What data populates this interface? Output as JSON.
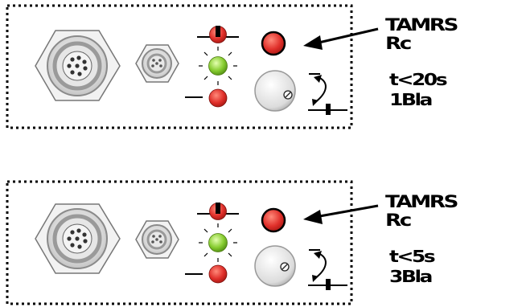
{
  "panels": [
    {
      "id": "upper",
      "side_label_line1": "TAMRS",
      "side_label_line2": "Rc",
      "timing_line1": "t<20s",
      "timing_line2": "1Bla",
      "leds": [
        {
          "color": "#e0302b",
          "state": "off"
        },
        {
          "color": "#86cc2f",
          "state": "blinking"
        },
        {
          "color": "#e0302b",
          "state": "off"
        }
      ],
      "button_color": "#e0302b"
    },
    {
      "id": "lower",
      "side_label_line1": "TAMRS",
      "side_label_line2": "Rc",
      "timing_line1": "t<5s",
      "timing_line2": "3Bla",
      "leds": [
        {
          "color": "#e0302b",
          "state": "off"
        },
        {
          "color": "#86cc2f",
          "state": "blinking"
        },
        {
          "color": "#e0302b",
          "state": "off"
        }
      ],
      "button_color": "#e0302b"
    }
  ],
  "colors": {
    "connector_fill": "#e4e4e4",
    "connector_ring": "#9a9a9a",
    "knob_fill": "#e8e8e8",
    "outline": "#000000"
  }
}
